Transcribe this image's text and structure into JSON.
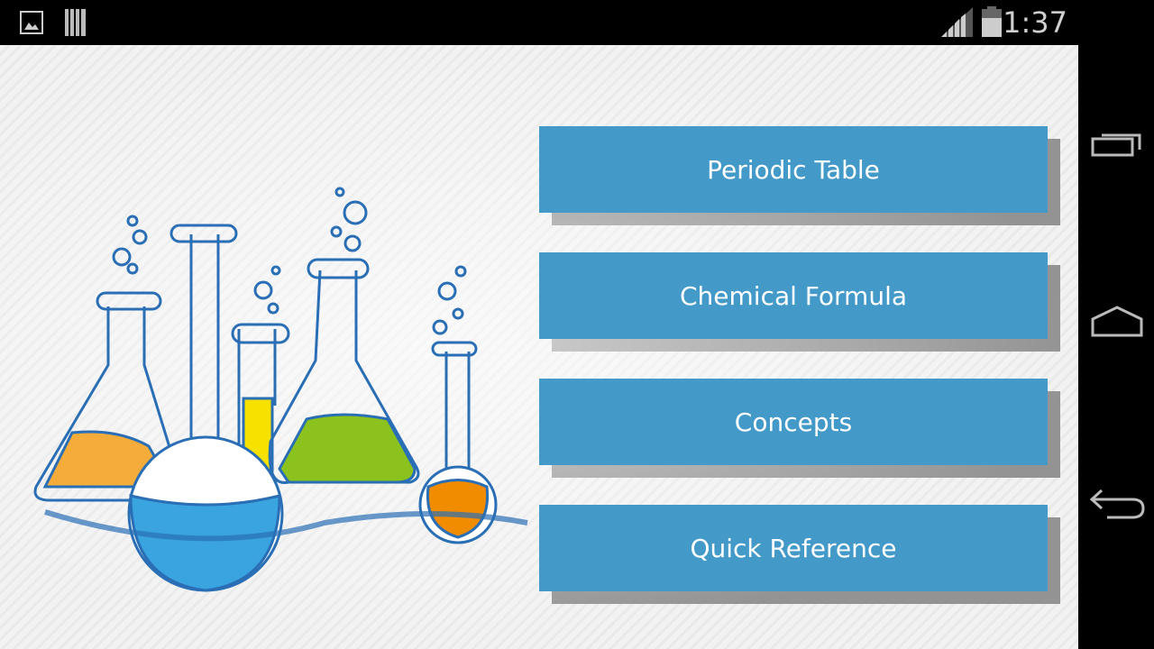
{
  "status_bar": {
    "time": "1:37",
    "icons": [
      "image-notification-icon",
      "barcode-notification-icon",
      "signal-icon",
      "battery-icon"
    ]
  },
  "menu": {
    "buttons": [
      {
        "label": "Periodic Table"
      },
      {
        "label": "Chemical Formula"
      },
      {
        "label": "Concepts"
      },
      {
        "label": "Quick Reference"
      }
    ]
  },
  "colors": {
    "button": "#4399c8",
    "button_shadow": "#939393"
  },
  "nav_bar": {
    "icons": [
      "recent-apps-icon",
      "home-icon",
      "back-icon"
    ]
  }
}
